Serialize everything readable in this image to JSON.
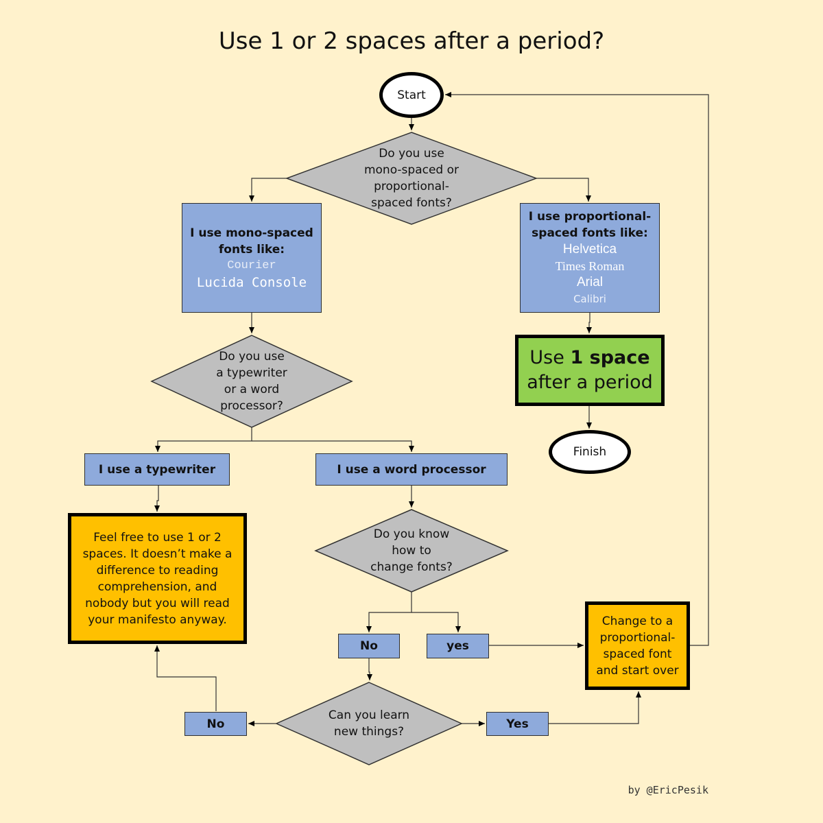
{
  "title": "Use 1 or 2 spaces after a period?",
  "start": "Start",
  "finish": "Finish",
  "q_font_type": [
    "Do you use",
    "mono-spaced or",
    "proportional-",
    "spaced fonts?"
  ],
  "mono_box": {
    "heading": [
      "I use mono-spaced",
      "fonts like:"
    ],
    "fonts": [
      "Courier",
      "Lucida Console"
    ]
  },
  "prop_box": {
    "heading": [
      "I use proportional-",
      "spaced fonts like:"
    ],
    "fonts": [
      "Helvetica",
      "Times Roman",
      "Arial",
      "Calibri"
    ]
  },
  "use_one_space": {
    "pre": "Use ",
    "bold": "1 space",
    "line2": "after a period"
  },
  "q_typewriter": [
    "Do you use",
    "a typewriter",
    "or a word",
    "processor?"
  ],
  "typewriter_box": "I use a typewriter",
  "word_processor_box": "I use a word processor",
  "feel_free": [
    "Feel free to use 1 or 2",
    "spaces. It doesn’t make a",
    "difference to reading",
    "comprehension, and",
    "nobody but you will read",
    "your manifesto anyway."
  ],
  "q_change_fonts": [
    "Do you know",
    "how to",
    "change fonts?"
  ],
  "no_1": "No",
  "yes_1": "yes",
  "change_font": [
    "Change to a",
    "proportional-",
    "spaced font",
    "and start over"
  ],
  "q_learn": [
    "Can you learn",
    "new things?"
  ],
  "no_2": "No",
  "yes_2": "Yes",
  "credit": "by @EricPesik",
  "colors": {
    "background": "#fff2cc",
    "blue": "#8eaadb",
    "gray": "#bfbfbf",
    "orange": "#ffc000",
    "green": "#92d050"
  }
}
